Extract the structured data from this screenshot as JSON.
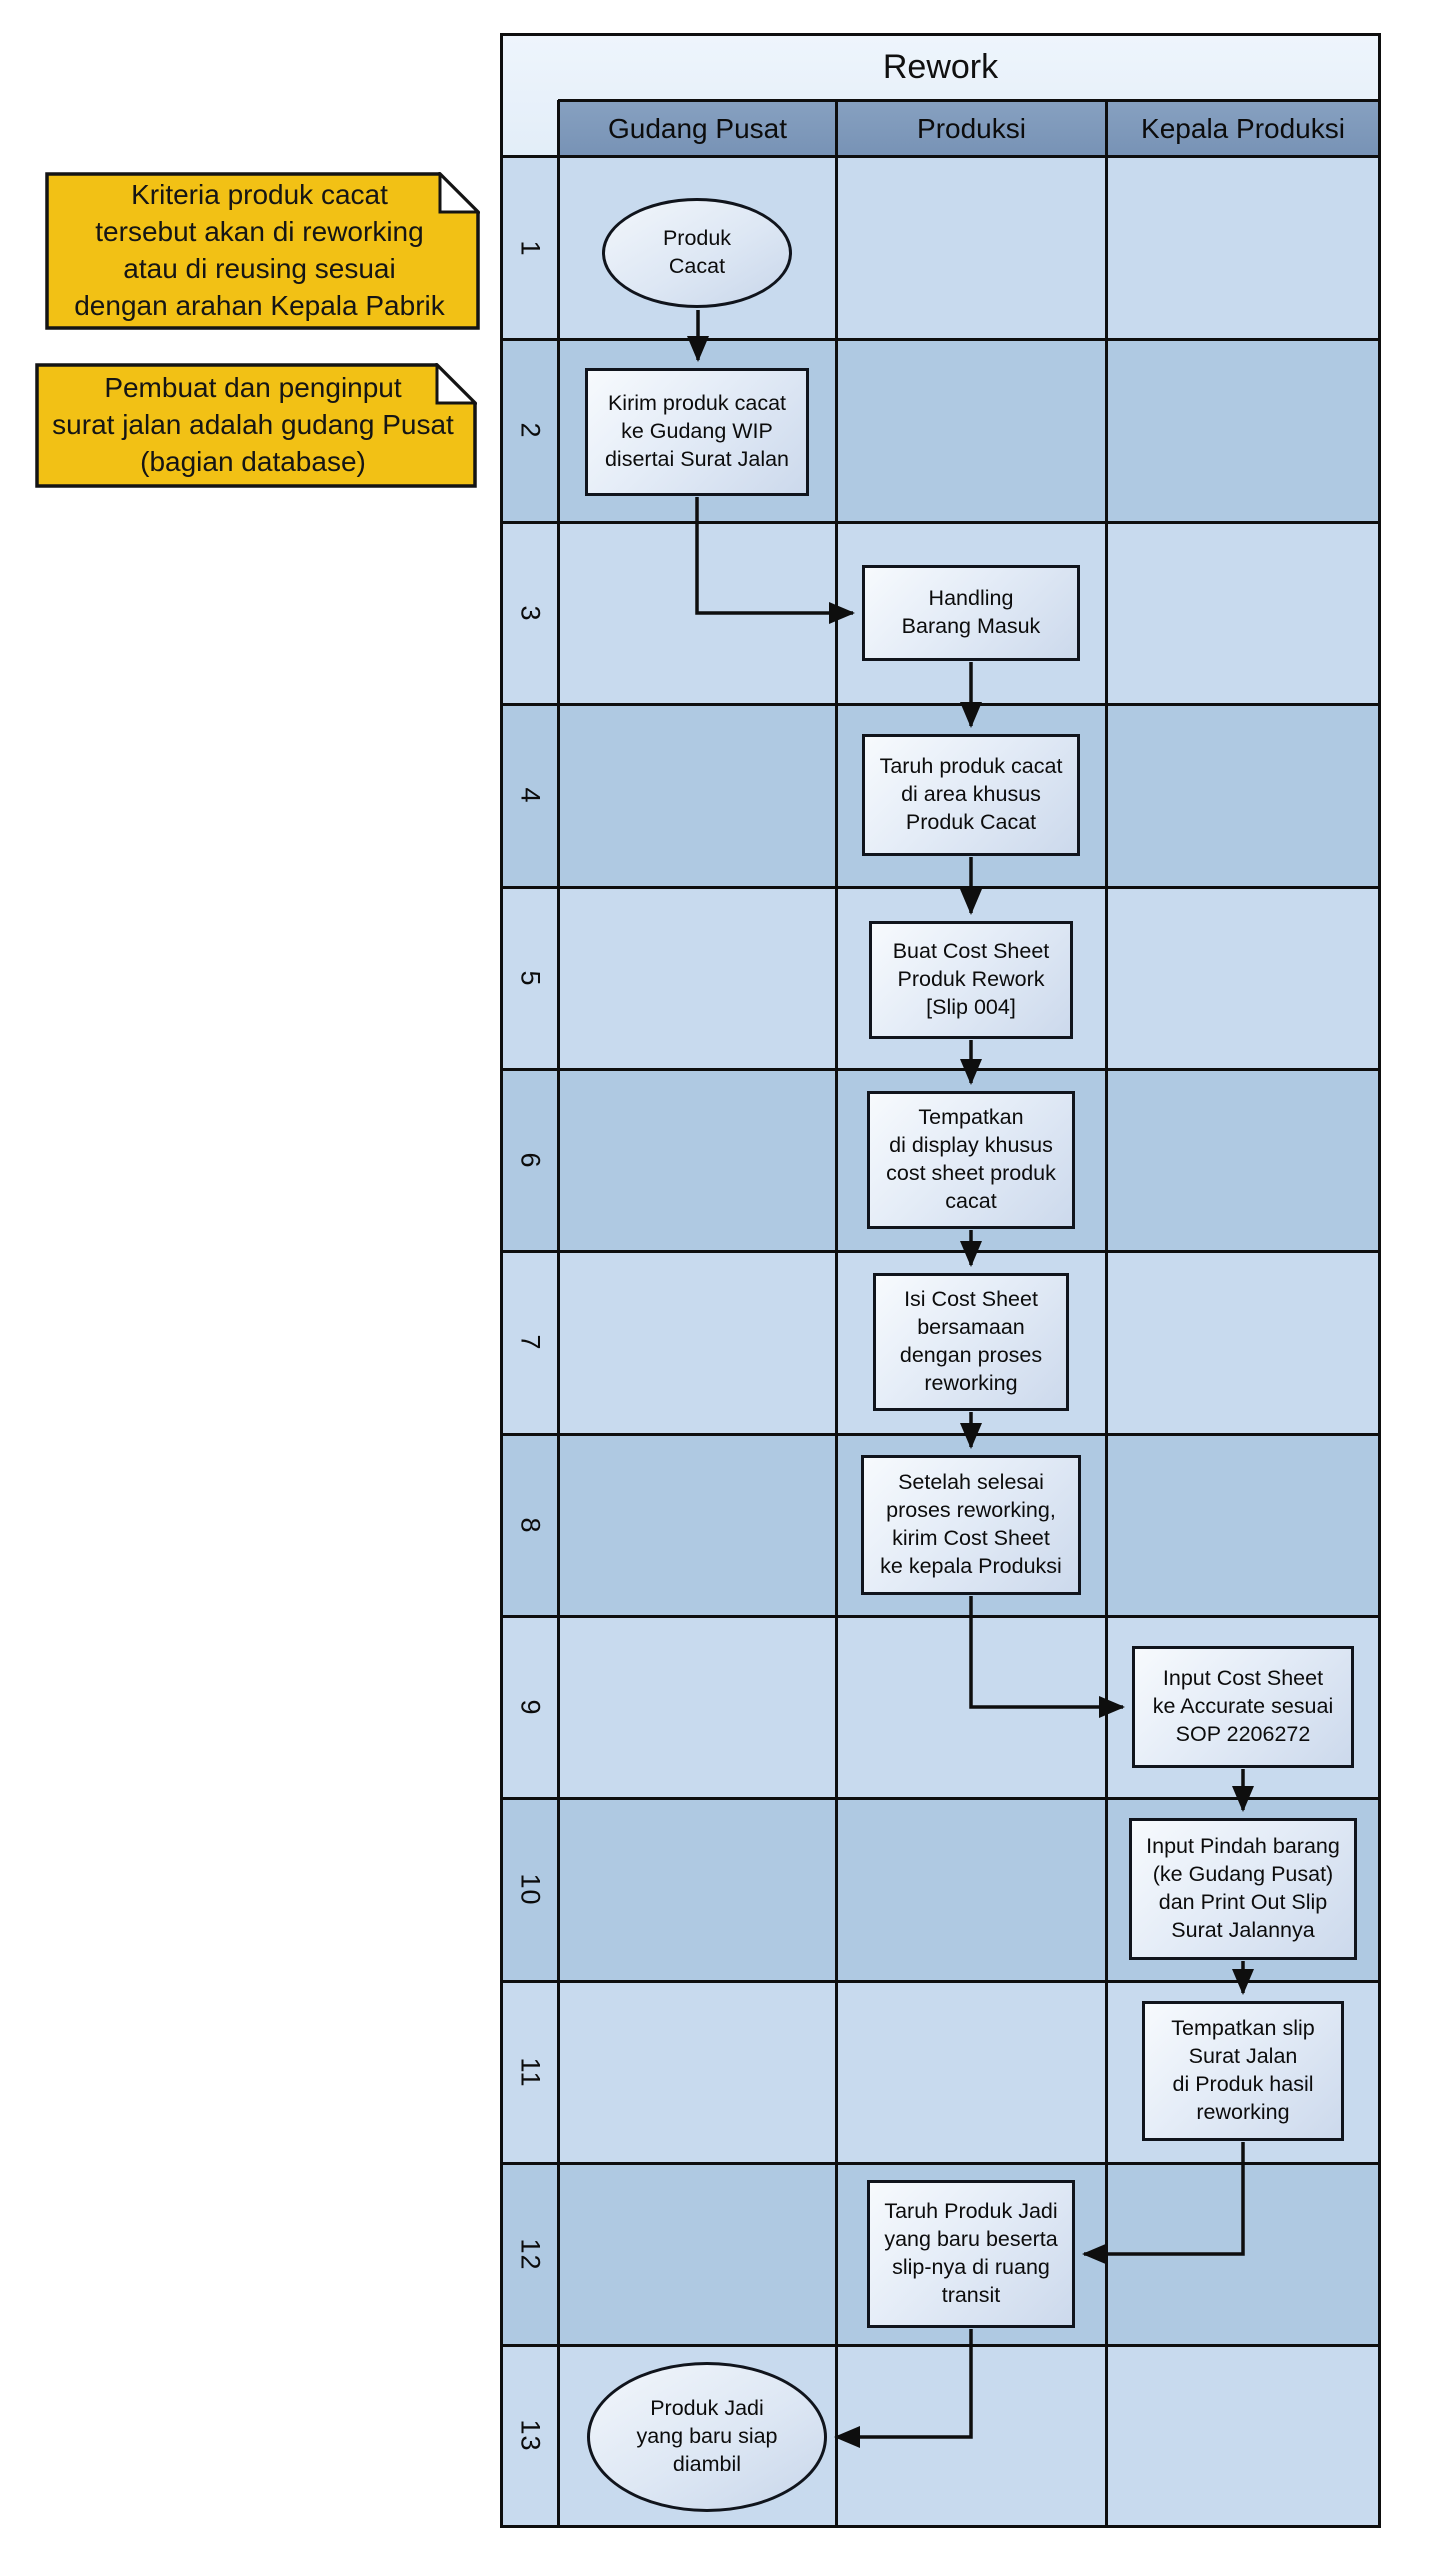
{
  "diagram": {
    "title": "Rework",
    "columns": [
      "Gudang Pusat",
      "Produksi",
      "Kepala Produksi"
    ],
    "row_numbers": [
      "1",
      "2",
      "3",
      "4",
      "5",
      "6",
      "7",
      "8",
      "9",
      "10",
      "11",
      "12",
      "13"
    ]
  },
  "notes": [
    {
      "text": "Kriteria produk cacat\ntersebut akan di reworking\natau di reusing sesuai\ndengan arahan Kepala Pabrik"
    },
    {
      "text": "Pembuat dan penginput\nsurat jalan adalah gudang Pusat\n(bagian database)"
    }
  ],
  "steps": [
    {
      "row": "1",
      "lane": "Gudang Pusat",
      "shape": "ellipse",
      "text": "Produk\nCacat"
    },
    {
      "row": "2",
      "lane": "Gudang Pusat",
      "shape": "rect",
      "text": "Kirim produk cacat\nke Gudang WIP\ndisertai Surat Jalan"
    },
    {
      "row": "3",
      "lane": "Produksi",
      "shape": "rect",
      "text": "Handling\nBarang Masuk"
    },
    {
      "row": "4",
      "lane": "Produksi",
      "shape": "rect",
      "text": "Taruh produk cacat\ndi area khusus\nProduk Cacat"
    },
    {
      "row": "5",
      "lane": "Produksi",
      "shape": "rect",
      "text": "Buat Cost Sheet\nProduk Rework\n[Slip 004]"
    },
    {
      "row": "6",
      "lane": "Produksi",
      "shape": "rect",
      "text": "Tempatkan\ndi display khusus\ncost sheet produk\ncacat"
    },
    {
      "row": "7",
      "lane": "Produksi",
      "shape": "rect",
      "text": "Isi Cost Sheet\nbersamaan\ndengan proses\nreworking"
    },
    {
      "row": "8",
      "lane": "Produksi",
      "shape": "rect",
      "text": "Setelah selesai\nproses reworking,\nkirim Cost Sheet\nke kepala Produksi"
    },
    {
      "row": "9",
      "lane": "Kepala Produksi",
      "shape": "rect",
      "text": "Input Cost Sheet\nke Accurate sesuai\nSOP 2206272"
    },
    {
      "row": "10",
      "lane": "Kepala Produksi",
      "shape": "rect",
      "text": "Input Pindah barang\n(ke Gudang Pusat)\ndan Print Out Slip\nSurat Jalannya"
    },
    {
      "row": "11",
      "lane": "Kepala Produksi",
      "shape": "rect",
      "text": "Tempatkan slip\nSurat Jalan\ndi Produk hasil\nreworking"
    },
    {
      "row": "12",
      "lane": "Produksi",
      "shape": "rect",
      "text": "Taruh Produk Jadi\nyang baru beserta\nslip-nya di ruang\ntransit"
    },
    {
      "row": "13",
      "lane": "Gudang Pusat",
      "shape": "ellipse",
      "text": "Produk Jadi\nyang baru siap\ndiambil"
    }
  ],
  "colors": {
    "note_fill": "#F2C115",
    "row_odd": "#C8DAEE",
    "row_even": "#AFC9E2",
    "header_fill": "#7E99BB",
    "title_fill": "#E9F2FB",
    "box_fill": "#E4ECF7",
    "line": "#0E0E0E"
  }
}
